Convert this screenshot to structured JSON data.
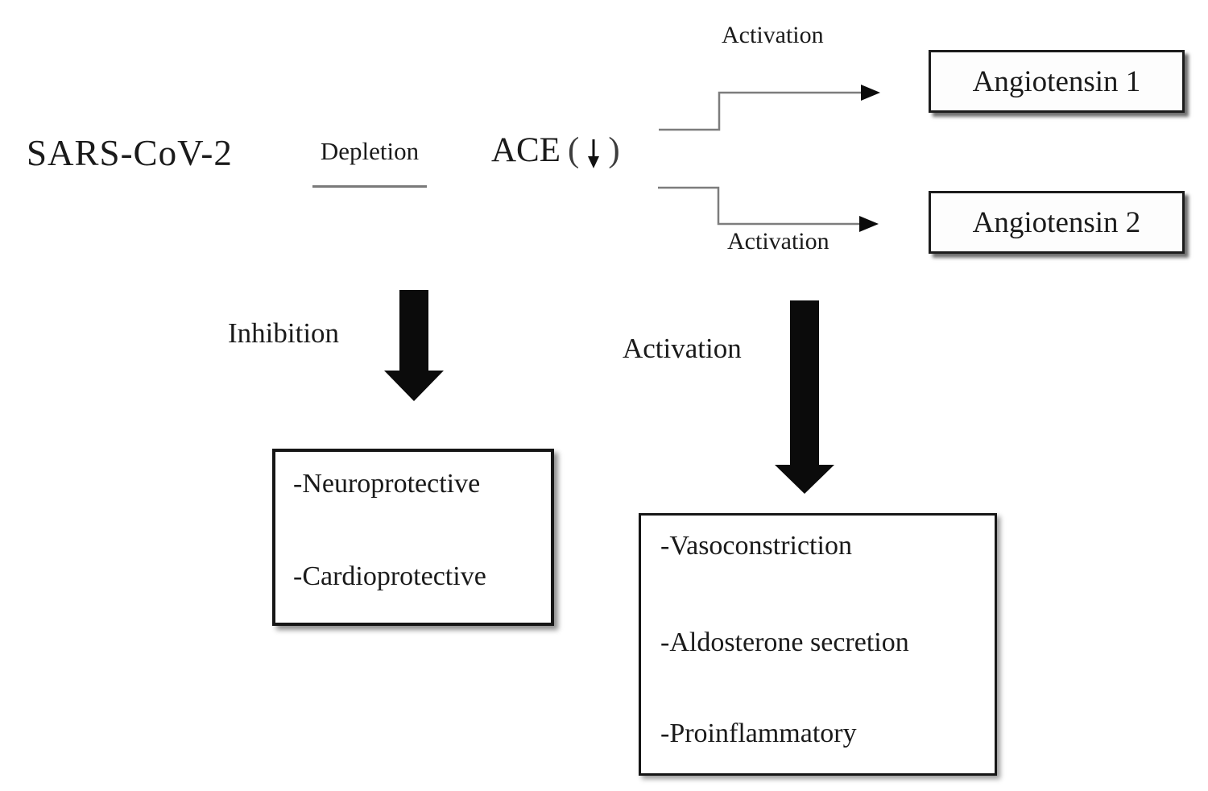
{
  "diagram": {
    "title_implied": "SARS-CoV-2 effect on ACE pathway",
    "source": {
      "label": "SARS-CoV-2"
    },
    "depletion": {
      "label": "Depletion"
    },
    "ace": {
      "label": "ACE",
      "paren_open": "(",
      "down_arrow": "↓",
      "paren_close": ")"
    },
    "fork": {
      "top": {
        "label": "Activation",
        "target": "Angiotensin 1"
      },
      "bottom": {
        "label": "Activation",
        "target": "Angiotensin 2"
      }
    },
    "inhibition": {
      "label": "Inhibition",
      "effects": [
        "-Neuroprotective",
        "-Cardioprotective"
      ]
    },
    "activation": {
      "label": "Activation",
      "effects": [
        "-Vasoconstriction",
        "-Aldosterone secretion",
        "-Proinflammatory"
      ]
    },
    "colors": {
      "background": "#ffffff",
      "text": "#1a1a1a",
      "line_gray": "#7d7d7d",
      "arrow_black": "#0b0b0b",
      "box_border": "#161616"
    }
  }
}
